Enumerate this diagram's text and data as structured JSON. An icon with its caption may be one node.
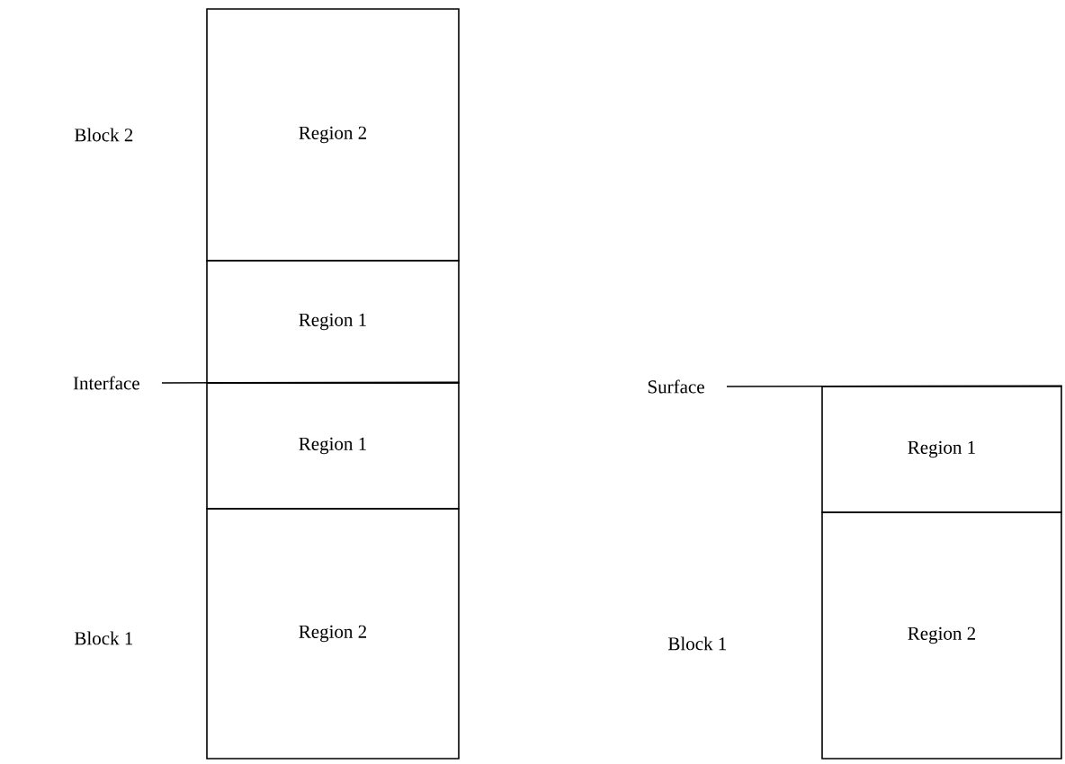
{
  "diagram": {
    "nodes": [
      {
        "text": [
          "Region 2"
        ]
      },
      {
        "text": [
          "Interface"
        ]
      },
      {
        "text": [
          "Region 1"
        ]
      },
      {
        "text": [
          "Region 1"
        ]
      },
      {
        "text": [
          "Region 2"
        ]
      },
      {
        "text": [
          "Surface"
        ]
      },
      {
        "text": [
          "Region 1"
        ]
      },
      {
        "text": [
          "Region 2"
        ]
      }
    ],
    "edges": [
      {
        "from": 1,
        "to": 3,
        "arrow": "none"
      },
      {
        "from": 5,
        "to": 6,
        "arrow": "none"
      }
    ],
    "labels": [
      "Block 2",
      "Block 1",
      "Block 1"
    ]
  }
}
